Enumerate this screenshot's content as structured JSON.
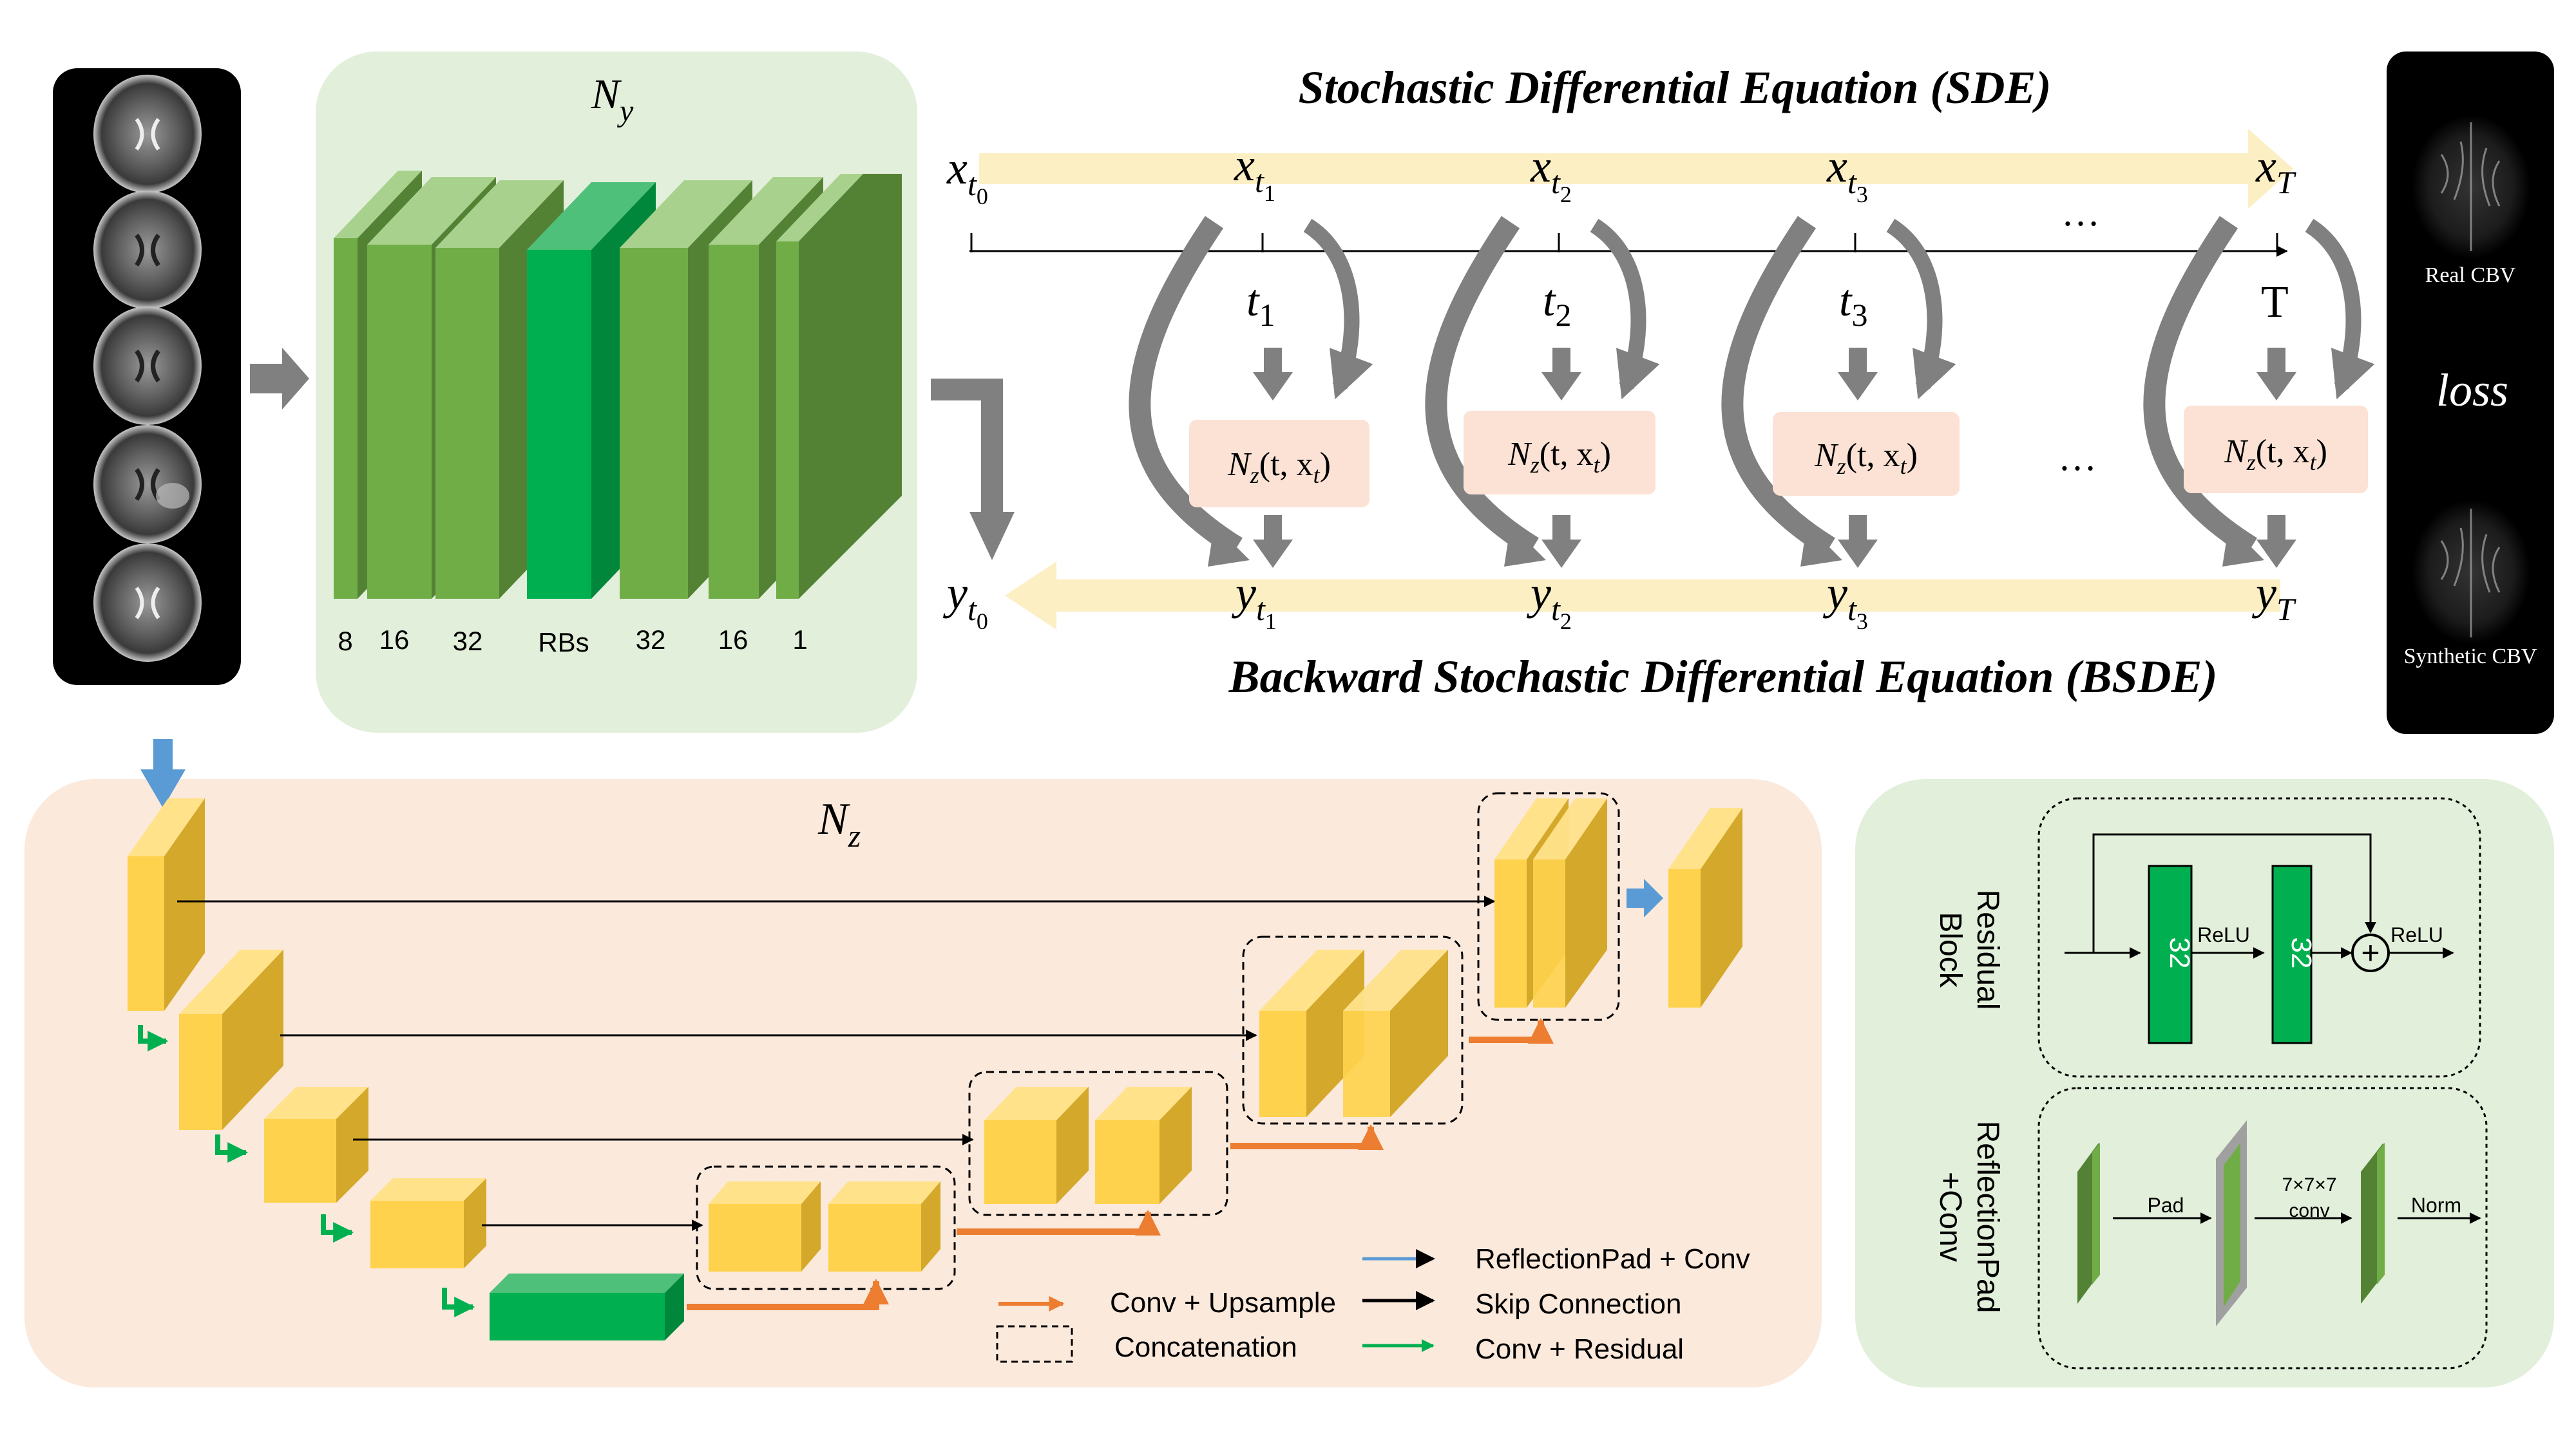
{
  "ny_panel": {
    "title_main": "N",
    "title_sub": "y",
    "channel_labels": [
      "8",
      "16",
      "32",
      "RBs",
      "32",
      "16",
      "1"
    ]
  },
  "sde": {
    "title": "Stochastic Differential Equation (SDE)",
    "x_nodes": [
      {
        "base": "x",
        "sub": "t",
        "subsub": "0"
      },
      {
        "base": "x",
        "sub": "t",
        "subsub": "1"
      },
      {
        "base": "x",
        "sub": "t",
        "subsub": "2"
      },
      {
        "base": "x",
        "sub": "t",
        "subsub": "3"
      },
      {
        "base": "x",
        "sub": "T",
        "subsub": ""
      }
    ],
    "time_labels": [
      {
        "base": "t",
        "sub": "1"
      },
      {
        "base": "t",
        "sub": "2"
      },
      {
        "base": "t",
        "sub": "3"
      },
      {
        "base": "T",
        "sub": ""
      }
    ],
    "ellipsis": "…"
  },
  "nz_block": {
    "main": "N",
    "sub": "z",
    "args_open": "(t, x",
    "args_sub": "t",
    "args_close": ")"
  },
  "bsde": {
    "title": "Backward Stochastic Differential Equation (BSDE)",
    "y_nodes": [
      {
        "base": "y",
        "sub": "t",
        "subsub": "0"
      },
      {
        "base": "y",
        "sub": "t",
        "subsub": "1"
      },
      {
        "base": "y",
        "sub": "t",
        "subsub": "2"
      },
      {
        "base": "y",
        "sub": "t",
        "subsub": "3"
      },
      {
        "base": "y",
        "sub": "T",
        "subsub": ""
      }
    ],
    "ellipsis": "…"
  },
  "output_panel": {
    "real_label": "Real CBV",
    "loss_label": "loss",
    "synthetic_label": "Synthetic CBV"
  },
  "nz_panel": {
    "title_main": "N",
    "title_sub": "z",
    "legend": [
      {
        "label": "Conv + Upsample",
        "color": "#ed7d31",
        "kind": "arrow"
      },
      {
        "label": "Concatenation",
        "color": "#000000",
        "kind": "dashed-box"
      },
      {
        "label": "ReflectionPad + Conv",
        "color": "#5b9bd5",
        "kind": "arrow"
      },
      {
        "label": "Skip Connection",
        "color": "#000000",
        "kind": "arrow"
      },
      {
        "label": "Conv + Residual",
        "color": "#00b050",
        "kind": "arrow"
      }
    ]
  },
  "residual_block": {
    "title_line1": "Residual",
    "title_line2": "Block",
    "conv_label": "32",
    "relu1": "ReLU",
    "relu2": "ReLU",
    "plus_symbol": "+"
  },
  "reflection_block": {
    "title_line1": "ReflectionPad",
    "title_line2": "+Conv",
    "pad_label": "Pad",
    "conv_label_line1": "7×7×7",
    "conv_label_line2": "conv",
    "norm_label": "Norm"
  },
  "colors": {
    "green_dark": "#548235",
    "green_mid": "#70ad47",
    "green_light": "#a9d18e",
    "green_bright": "#00b050",
    "yellow": "#ffd24d",
    "yellow_side": "#d4a82a",
    "orange": "#ed7d31",
    "blue": "#5b9bd5",
    "panel_green": "#e2efda",
    "panel_peach": "#fbe9dc",
    "nz_box": "#fbe2d5",
    "band_yellow": "#fdefc4",
    "gray_arrow": "#808080"
  }
}
